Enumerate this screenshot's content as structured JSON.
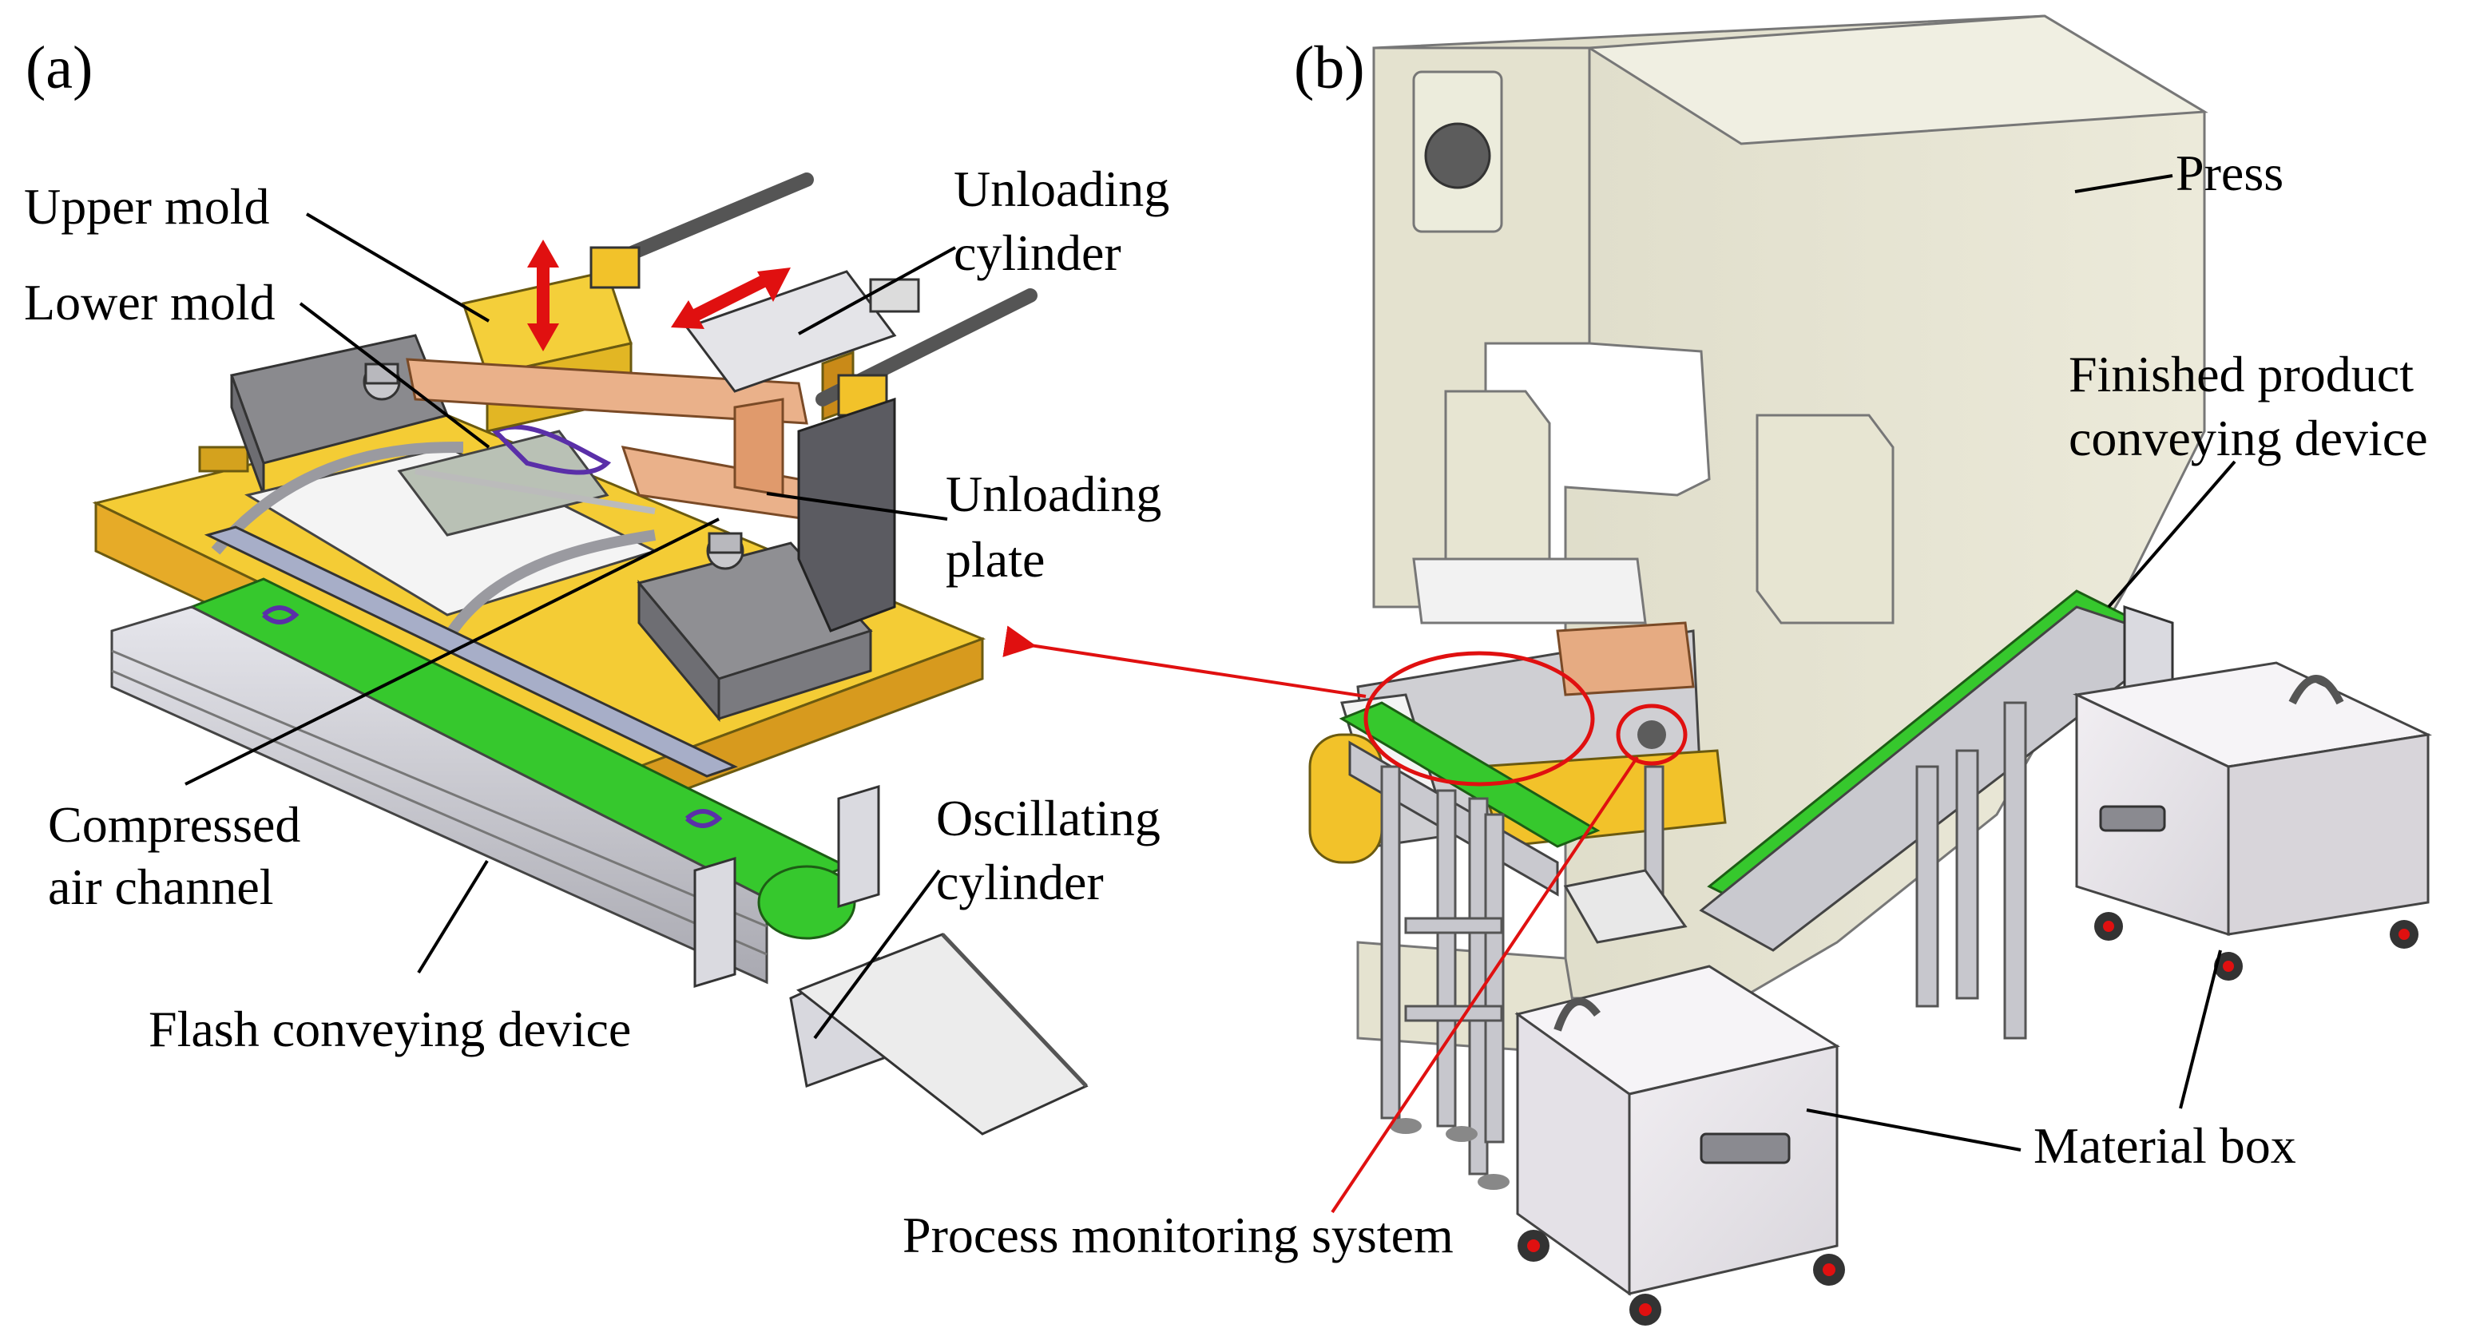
{
  "panels": {
    "a": "(a)",
    "b": "(b)"
  },
  "labels_a": {
    "upper_mold": "Upper mold",
    "lower_mold": "Lower mold",
    "unloading_cylinder_1": "Unloading",
    "unloading_cylinder_2": "cylinder",
    "unloading_plate_1": "Unloading",
    "unloading_plate_2": "plate",
    "compressed_air_1": "Compressed",
    "compressed_air_2": "air channel",
    "oscillating_1": "Oscillating",
    "oscillating_2": "cylinder",
    "flash_conveying": "Flash conveying device"
  },
  "labels_b": {
    "press": "Press",
    "finished_1": "Finished product",
    "finished_2": "conveying device",
    "material_box": "Material box",
    "process_monitoring": "Process monitoring system"
  },
  "colors": {
    "yellow": "#f2c22a",
    "orange": "#e8a53a",
    "copper": "#e6ab82",
    "green": "#32c82a",
    "press": "#e9e7d6",
    "gray": "#8c8c8c",
    "red": "#e01010",
    "purple": "#5a2fa8"
  }
}
